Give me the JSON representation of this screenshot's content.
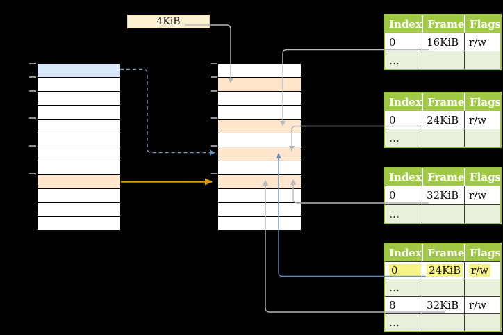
{
  "labels": {
    "page_size": "4KiB"
  },
  "colors": {
    "background": "#000000",
    "row_white": "#ffffff",
    "row_blue": "#dae8fc",
    "row_peach": "#ffe6cc",
    "label_fill": "#fcf1d3",
    "label_border": "#e2cb96",
    "green_header": "#a0c846",
    "green_row": "#e9f1da",
    "green_border": "#9cc13f",
    "highlight_yellow": "#f8f389",
    "connector_gray": "#b9b9b9",
    "connector_blue": "#6c8ebf",
    "connector_blue_dashed": "#7d97c9",
    "connector_orange": "#d79b00",
    "tick_gray": "#8f8f8f"
  },
  "memory_columns": {
    "left": {
      "rows": [
        "blue",
        "white",
        "white",
        "white",
        "white",
        "white",
        "white",
        "white",
        "peach",
        "white",
        "white",
        "white"
      ]
    },
    "middle": {
      "rows": [
        "white",
        "peach",
        "white",
        "white",
        "peach",
        "white",
        "peach",
        "white",
        "peach",
        "white",
        "white",
        "white"
      ]
    }
  },
  "frame_tables": [
    {
      "headers": [
        "Index",
        "Frame",
        "Flags"
      ],
      "rows": [
        {
          "cells": [
            "0",
            "16KiB",
            "r/w"
          ],
          "variant": "white",
          "highlight": false
        },
        {
          "cells": [
            "…",
            "",
            ""
          ],
          "variant": "green",
          "highlight": false
        }
      ]
    },
    {
      "headers": [
        "Index",
        "Frame",
        "Flags"
      ],
      "rows": [
        {
          "cells": [
            "0",
            "24KiB",
            "r/w"
          ],
          "variant": "white",
          "highlight": false
        },
        {
          "cells": [
            "…",
            "",
            ""
          ],
          "variant": "green",
          "highlight": false
        }
      ]
    },
    {
      "headers": [
        "Index",
        "Frame",
        "Flags"
      ],
      "rows": [
        {
          "cells": [
            "0",
            "32KiB",
            "r/w"
          ],
          "variant": "white",
          "highlight": false
        },
        {
          "cells": [
            "…",
            "",
            ""
          ],
          "variant": "green",
          "highlight": false
        }
      ]
    },
    {
      "headers": [
        "Index",
        "Frame",
        "Flags"
      ],
      "rows": [
        {
          "cells": [
            "0",
            "24KiB",
            "r/w"
          ],
          "variant": "white",
          "highlight": true
        },
        {
          "cells": [
            "…",
            "",
            ""
          ],
          "variant": "green",
          "highlight": false
        },
        {
          "cells": [
            "8",
            "32KiB",
            "r/w"
          ],
          "variant": "white",
          "highlight": false
        },
        {
          "cells": [
            "…",
            "",
            ""
          ],
          "variant": "green",
          "highlight": false
        }
      ]
    }
  ]
}
